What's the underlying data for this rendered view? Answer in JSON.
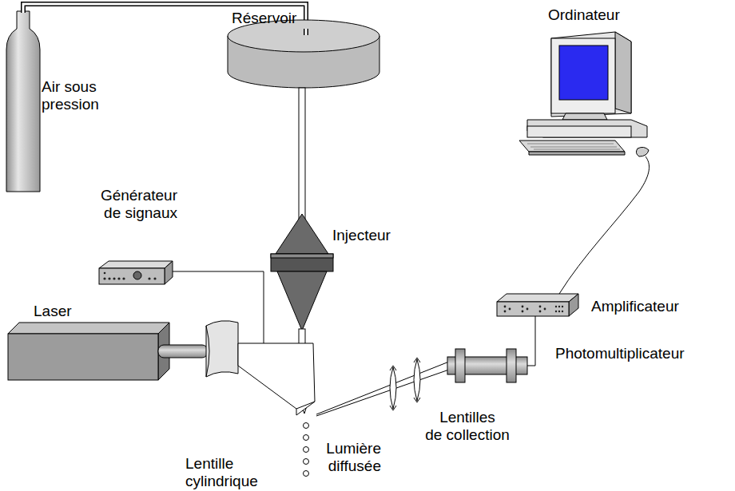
{
  "diagram": {
    "labels": [
      "Air sous pression",
      "Réservoir",
      "Ordinateur",
      "Générateur de signaux",
      "Injecteur",
      "Amplificateur",
      "Laser",
      "Photomultiplicateur",
      "Lentilles de collection",
      "Lumière diffusée",
      "Lentille cylindrique"
    ]
  }
}
